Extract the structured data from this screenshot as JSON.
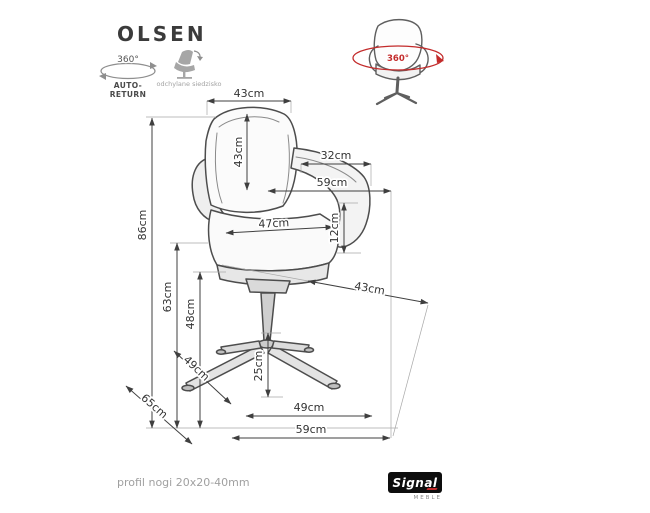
{
  "header": {
    "title": "OLSEN",
    "features": {
      "rotation_degrees": "360°",
      "auto_return": "AUTO-RETURN",
      "tilt_caption": "odchylane siedzisko"
    }
  },
  "hero_icon": {
    "rotation_degrees": "360°"
  },
  "dimensions": {
    "back_width_top": "43cm",
    "back_height": "43cm",
    "armrest_length": "32cm",
    "width_at_armrests": "59cm",
    "seat_width": "47cm",
    "armrest_above_seat": "12cm",
    "total_height": "86cm",
    "armrest_height": "63cm",
    "seat_height": "48cm",
    "seat_depth": "43cm",
    "base_height": "25cm",
    "base_leg_span": "49cm",
    "base_width": "49cm",
    "total_depth": "65cm",
    "total_width": "59cm"
  },
  "footer": {
    "leg_profile": "profil nogi 20x20-40mm",
    "brand": "Signal",
    "brand_sub": "MEBLE"
  },
  "colors": {
    "accent_red": "#c32b2b",
    "dimension_line": "#3f3f3f"
  }
}
